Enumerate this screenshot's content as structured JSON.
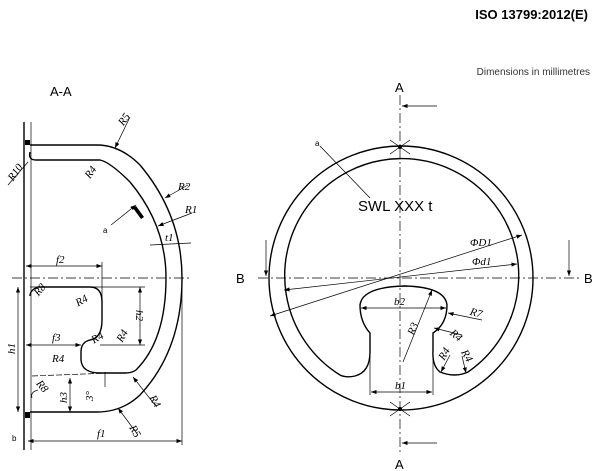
{
  "header": {
    "standard": "ISO 13799:2012(E)",
    "units_note": "Dimensions in millimetres"
  },
  "section_view": {
    "title": "A-A",
    "labels": {
      "R5_top": "R5",
      "R10": "R10",
      "R4_top": "R4",
      "R2": "R2",
      "R1": "R1",
      "t1": "t1",
      "a": "a",
      "f2": "f2",
      "R8_top": "R8",
      "R4_a": "R4",
      "h2": "h2",
      "R4_b": "R4",
      "R4_c": "R4",
      "f3": "f3",
      "h1": "h1",
      "R4_d": "R4",
      "R8_bot": "R8",
      "h3": "h3",
      "angle": "3°",
      "R4_e": "R4",
      "R5_bot": "R5",
      "f1": "f1",
      "b": "b"
    }
  },
  "plan_view": {
    "section_A_top": "A",
    "section_A_bottom": "A",
    "section_B_left": "B",
    "section_B_right": "B",
    "a": "a",
    "marking": "SWL XXX t",
    "labels": {
      "D1": "ΦD1",
      "d1": "Φd1",
      "b2": "b2",
      "R7": "R7",
      "R3": "R3",
      "R4_a": "R4",
      "R4_b": "R4",
      "R4_c": "R4",
      "b1": "b1"
    }
  }
}
